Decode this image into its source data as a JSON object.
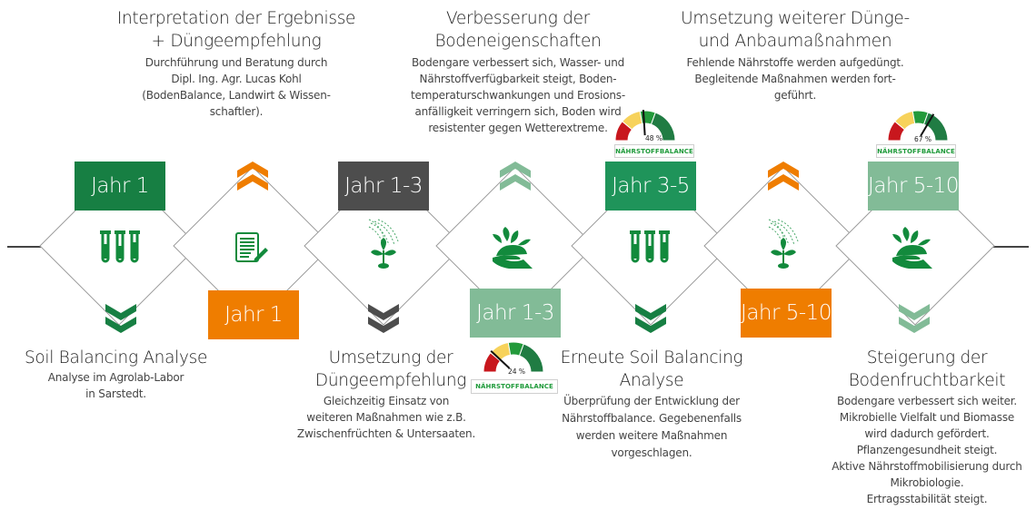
{
  "colors": {
    "dark_green": "#177f43",
    "mid_green": "#1f945a",
    "light_green": "#82bb97",
    "orange": "#ef7d00",
    "dark_gray": "#4d4d4d",
    "icon_green": "#128a3c"
  },
  "top_steps": [
    {
      "title": "Interpretation der Ergebnisse\n+ Düngeempfehlung",
      "desc": "Durchführung und Beratung durch\nDipl. Ing. Agr. Lucas Kohl\n(BodenBalance, Landwirt & Wissen-\nschaftler)."
    },
    {
      "title": "Verbesserung der\nBodeneigenschaften",
      "desc": "Bodengare verbessert sich, Wasser- und\nNährstoffverfügbarkeit steigt, Boden-\ntemperaturschwankungen und Erosions-\nanfälligkeit verringern sich, Boden wird\nresistenter gegen Wetterextreme."
    },
    {
      "title": "Umsetzung weiterer Dünge-\nund Anbaumaßnahmen",
      "desc": "Fehlende Nährstoffe werden aufgedüngt.\nBegleitende Maßnahmen werden fort-\ngeführt."
    }
  ],
  "bottom_steps": [
    {
      "title": "Soil Balancing Analyse",
      "desc": "Analyse im Agrolab-Labor\nin Sarstedt."
    },
    {
      "title": "Umsetzung der\nDüngeempfehlung",
      "desc": "Gleichzeitig Einsatz von\nweiteren Maßnahmen wie z.B.\nZwischenfrüchten & Untersaaten."
    },
    {
      "title": "Erneute Soil Balancing\nAnalyse",
      "desc": "Überprüfung der Entwicklung der\nNährstoffbalance. Gegebenenfalls\nwerden weitere Maßnahmen\nvorgeschlagen."
    },
    {
      "title": "Steigerung der\nBodenfruchtbarkeit",
      "desc": "Bodengare verbessert sich weiter.\nMikrobielle Vielfalt und Biomasse\nwird dadurch gefördert.\nPflanzengesundheit steigt.\nAktive Nährstoffmobilisierung durch\nMikrobiologie.\nErtragsstabilität steigt."
    }
  ],
  "nodes": [
    {
      "label": "Jahr 1",
      "position": "top",
      "icon": "test-tubes-icon",
      "chevron": "down"
    },
    {
      "label": "Jahr 1",
      "position": "bottom",
      "icon": "document-pen-icon",
      "chevron": "up"
    },
    {
      "label": "Jahr 1-3",
      "position": "top",
      "icon": "watering-plant-icon",
      "chevron": "down"
    },
    {
      "label": "Jahr 1-3",
      "position": "bottom",
      "icon": "hand-soil-plant-icon",
      "chevron": "up"
    },
    {
      "label": "Jahr 3-5",
      "position": "top",
      "icon": "test-tubes-icon",
      "chevron": "down"
    },
    {
      "label": "Jahr 5-10",
      "position": "bottom",
      "icon": "watering-plant-icon",
      "chevron": "up"
    },
    {
      "label": "Jahr 5-10",
      "position": "top",
      "icon": "hand-soil-plant-icon",
      "chevron": "down"
    }
  ],
  "gauges": [
    {
      "percent_text": "24 %",
      "value": 24,
      "label": "NÄHRSTOFFBALANCE"
    },
    {
      "percent_text": "48 %",
      "value": 48,
      "label": "NÄHRSTOFFBALANCE"
    },
    {
      "percent_text": "67 %",
      "value": 67,
      "label": "NÄHRSTOFFBALANCE"
    }
  ]
}
